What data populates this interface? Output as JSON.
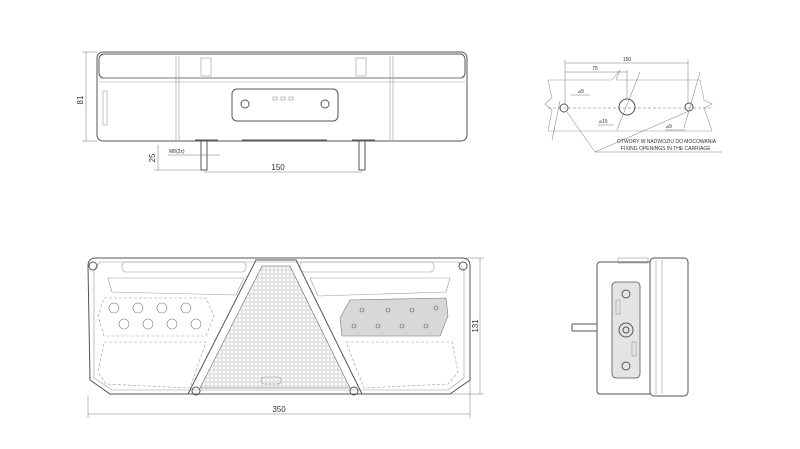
{
  "top_view": {
    "height_dim": "81",
    "stud_length_dim": "25",
    "thread_label": "M8(2x)",
    "stud_spacing_dim": "150"
  },
  "mounting_detail": {
    "outer_spacing_dim": "150",
    "half_spacing_dim": "75",
    "hole_left": "⌀9",
    "hole_center": "⌀15",
    "hole_right": "⌀9",
    "note_pl": "OTWORY W NADWOZIU DO MOCOWANIA",
    "note_en": "FIXING OPENINGS IN THE CARRIAGE"
  },
  "front_view": {
    "width_dim": "350",
    "height_dim": "131"
  }
}
